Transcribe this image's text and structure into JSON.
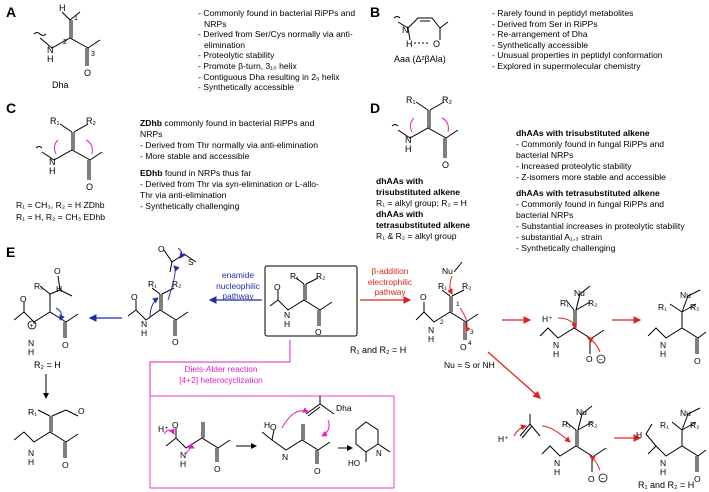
{
  "panels": {
    "A": {
      "letter": "A",
      "name": "Dha",
      "atom_labels": {
        "h": "H",
        "n": "N",
        "o": "O",
        "h2": "H",
        "n1": "1",
        "n2": "2",
        "n3": "3"
      },
      "bullets": [
        "- Commonly found in bacterial RiPPs and",
        "  NRPs",
        "- Derived from Ser/Cys normally via anti-",
        "  elimination",
        "- Proteolytic stability",
        "- Promote β-turn, 3₁₀ helix",
        "- Contiguous Dha resulting in 2₅ helix",
        "- Synthetically accessible"
      ]
    },
    "B": {
      "letter": "B",
      "name": "Aaa (Δ²βAla)",
      "atom_labels": {
        "n": "N",
        "h": "H",
        "o": "O"
      },
      "bullets": [
        "- Rarely found in peptidyl metabolites",
        "- Derived from Ser in RiPPs",
        "- Re-arrangement of Dha",
        "- Synthetically accessible",
        "- Unusual properties in peptidyl conformation",
        "- Explored in supermolecular chemistry"
      ]
    },
    "C": {
      "letter": "C",
      "r_labels": {
        "r1": "R₁",
        "r2": "R₂",
        "n": "N",
        "h": "H",
        "o": "O"
      },
      "legend": [
        "R₁ = CH₃, R₂ = H ZDhb",
        "R₁ = H, R₂ = CH₃ EDhb"
      ],
      "zdhb_title": "ZDhb",
      "zdhb_lines": [
        " commonly found in bacterial RiPPs and",
        "NRPs",
        "- Derived from Thr normally via anti-elimination",
        "- More stable and accessible"
      ],
      "edhb_title": "EDhb",
      "edhb_lines": [
        " found in NRPs thus far",
        "- Derived from Thr via syn-elimination or L-allo-",
        "  Thr via anti-elimination",
        "- Synthetically challenging"
      ]
    },
    "D": {
      "letter": "D",
      "r_labels": {
        "r1": "R₁",
        "r2": "R₂",
        "n": "N",
        "h": "H",
        "o": "O"
      },
      "left_lines": [
        "dhAAs with",
        "trisubstituted alkene",
        "R₁ = alkyl group; R₂ = H",
        "dhAAs with",
        "tetrasubstituted alkene",
        "R₁ & R₂ = alkyl group"
      ],
      "tri_title": "dhAAs with trisubstituted alkene",
      "tri_lines": [
        "- Commonly found in fungal RiPPs and",
        "  bacterial NRPs",
        "- Increased proteolytic stability",
        "- Z-isomers more stable and accessible"
      ],
      "tetra_title": "dhAAs with tetrasubstituted alkene",
      "tetra_lines": [
        "- Commonly found in fungal RiPPs and",
        "  bacterial NRPs",
        "- Substantial increases in proteolytic stability",
        "- substantial A₁,₃ strain",
        "- Synthetically challenging"
      ]
    },
    "E": {
      "letter": "E",
      "enamine_label": [
        "enamide",
        "nucleophilic",
        "pathway"
      ],
      "beta_label": [
        "β-addition",
        "electrophilic",
        "pathway"
      ],
      "diels_label": [
        "Diels-Alder reaction",
        "[4+2] heterocyclization"
      ],
      "r_cond": "R₁ and R₂ = H",
      "r2_cond": "R₂ = H",
      "r_cond_bottom": "R₁ and R₂ = H",
      "nu_label": "Nu",
      "nu_cond": "Nu = S or NH",
      "dha_label": "Dha",
      "atoms": {
        "s": "S",
        "o": "O",
        "n": "N",
        "h": "H",
        "hplus": "H⁺",
        "ho": "HO",
        "r1": "R₁",
        "r2": "R₂",
        "n1": "1",
        "n2": "2",
        "n3": "3",
        "n4": "4"
      }
    }
  },
  "colors": {
    "blue": "#1f2fb0",
    "red": "#e0241b",
    "magenta": "#e020c8",
    "pink_box": "#e83fd3",
    "black": "#000000"
  }
}
